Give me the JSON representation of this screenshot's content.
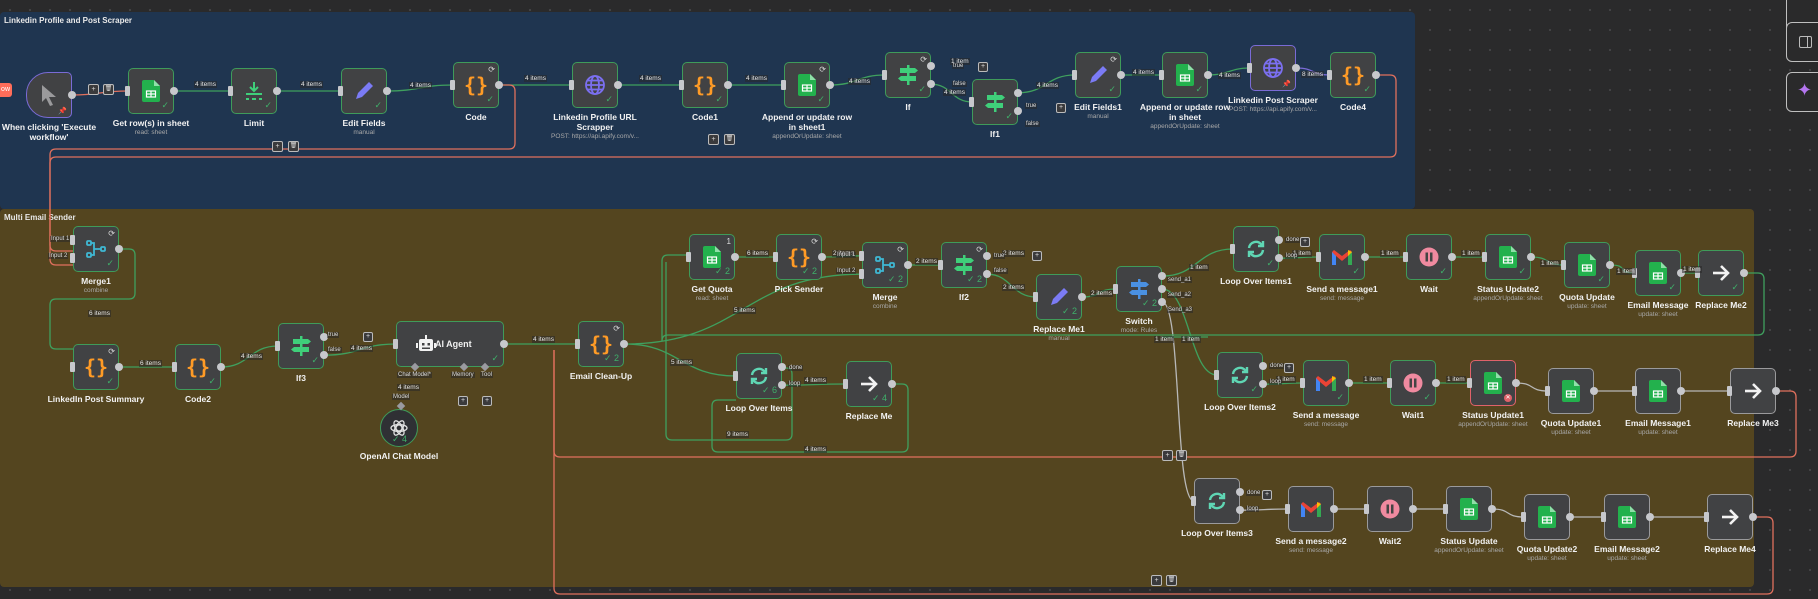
{
  "canvas": {
    "groups": [
      {
        "id": "g1",
        "title": "Linkedin Profile and Post Scraper",
        "color": "#1f3550"
      },
      {
        "id": "g2",
        "title": "Multi Email Sender",
        "color": "#54451f"
      }
    ],
    "execute_tab_label": "ow",
    "side_panel": {
      "buttons": [
        {
          "name": "top-panel-button",
          "icon": "panel-icon"
        },
        {
          "name": "toggle-sidebar-button",
          "icon": "sidebar-icon"
        },
        {
          "name": "ai-assistant-button",
          "icon": "sparkle-icon"
        }
      ]
    },
    "nodes": [
      {
        "id": "trigger",
        "label": "When clicking 'Execute workflow'",
        "sub": "",
        "icon": "cursor",
        "style": "trigger",
        "badge": "pin"
      },
      {
        "id": "getrows",
        "label": "Get row(s) in sheet",
        "sub": "read: sheet",
        "icon": "sheets",
        "badge": "check"
      },
      {
        "id": "limit",
        "label": "Limit",
        "sub": "",
        "icon": "limit",
        "badge": "check"
      },
      {
        "id": "editfields",
        "label": "Edit Fields",
        "sub": "manual",
        "icon": "pencil",
        "badge": "check"
      },
      {
        "id": "code",
        "label": "Code",
        "sub": "",
        "icon": "code",
        "badge": "check",
        "gear": true
      },
      {
        "id": "profscraper",
        "label": "Linkedin Profile URL Scrapper",
        "sub": "POST: https://api.apify.com/v...",
        "icon": "globe",
        "badge": "check"
      },
      {
        "id": "code1",
        "label": "Code1",
        "sub": "",
        "icon": "code",
        "badge": "check"
      },
      {
        "id": "append1",
        "label": "Append or update row in sheet1",
        "sub": "appendOrUpdate: sheet",
        "icon": "sheets",
        "badge": "check",
        "gear": true
      },
      {
        "id": "if",
        "label": "If",
        "sub": "",
        "icon": "if",
        "badge": "check",
        "gear": true
      },
      {
        "id": "if1",
        "label": "If1",
        "sub": "",
        "icon": "if",
        "badge": "check"
      },
      {
        "id": "editfields1",
        "label": "Edit Fields1",
        "sub": "manual",
        "icon": "pencil",
        "badge": "check",
        "gear": true
      },
      {
        "id": "append",
        "label": "Append or update row in sheet",
        "sub": "appendOrUpdate: sheet",
        "icon": "sheets",
        "badge": "check"
      },
      {
        "id": "postscraper",
        "label": "Linkedin Post Scraper",
        "sub": "POST: https://api.apify.com/v...",
        "icon": "globe",
        "style": "purple",
        "badge": "pin"
      },
      {
        "id": "code4",
        "label": "Code4",
        "sub": "",
        "icon": "code",
        "badge": "check"
      },
      {
        "id": "merge1",
        "label": "Merge1",
        "sub": "combine",
        "icon": "merge",
        "badge": "check",
        "gear": true
      },
      {
        "id": "postsummary",
        "label": "LinkedIn Post Summary",
        "sub": "",
        "icon": "code",
        "badge": "check",
        "gear": true
      },
      {
        "id": "code2",
        "label": "Code2",
        "sub": "",
        "icon": "code",
        "badge": "check"
      },
      {
        "id": "if3",
        "label": "If3",
        "sub": "",
        "icon": "if",
        "badge": "check"
      },
      {
        "id": "aiagent",
        "label": "AI Agent",
        "sub": "",
        "icon": "robot",
        "badge": "check",
        "style": "wide"
      },
      {
        "id": "openai",
        "label": "OpenAI Chat Model",
        "sub": "",
        "icon": "openai",
        "badge": "check4",
        "style": "circle"
      },
      {
        "id": "emailcleanup",
        "label": "Email Clean-Up",
        "sub": "",
        "icon": "code",
        "badge": "check2",
        "gear": true
      },
      {
        "id": "getquota",
        "label": "Get Quota",
        "sub": "read: sheet",
        "icon": "sheets",
        "badge": "check2",
        "runcount": "1"
      },
      {
        "id": "picksender",
        "label": "Pick Sender",
        "sub": "",
        "icon": "code",
        "badge": "check2",
        "gear": true
      },
      {
        "id": "merge",
        "label": "Merge",
        "sub": "combine",
        "icon": "merge",
        "badge": "check2",
        "gear": true
      },
      {
        "id": "if2",
        "label": "If2",
        "sub": "",
        "icon": "if",
        "badge": "check2",
        "gear": true
      },
      {
        "id": "replaceme1",
        "label": "Replace Me1",
        "sub": "manual",
        "icon": "pencil",
        "badge": "check2"
      },
      {
        "id": "switch",
        "label": "Switch",
        "sub": "mode: Rules",
        "icon": "switch",
        "badge": "check2"
      },
      {
        "id": "loop",
        "label": "Loop Over Items",
        "sub": "",
        "icon": "loop",
        "badge": "check6"
      },
      {
        "id": "replaceme",
        "label": "Replace Me",
        "sub": "",
        "icon": "arrow",
        "badge": "check4"
      },
      {
        "id": "loop1",
        "label": "Loop Over Items1",
        "sub": "",
        "icon": "loop",
        "badge": "check"
      },
      {
        "id": "send1",
        "label": "Send a message1",
        "sub": "send: message",
        "icon": "gmail",
        "badge": "check"
      },
      {
        "id": "wait",
        "label": "Wait",
        "sub": "",
        "icon": "wait",
        "badge": "check"
      },
      {
        "id": "status2",
        "label": "Status Update2",
        "sub": "appendOrUpdate: sheet",
        "icon": "sheets",
        "badge": "check"
      },
      {
        "id": "quota",
        "label": "Quota Update",
        "sub": "update: sheet",
        "icon": "sheets",
        "badge": "check"
      },
      {
        "id": "emailmsg",
        "label": "Email Message",
        "sub": "update: sheet",
        "icon": "sheets",
        "badge": "check"
      },
      {
        "id": "replaceme2",
        "label": "Replace Me2",
        "sub": "",
        "icon": "arrow",
        "badge": "check"
      },
      {
        "id": "loop2",
        "label": "Loop Over Items2",
        "sub": "",
        "icon": "loop",
        "badge": "check"
      },
      {
        "id": "send",
        "label": "Send a message",
        "sub": "send: message",
        "icon": "gmail",
        "badge": "check"
      },
      {
        "id": "wait1",
        "label": "Wait1",
        "sub": "",
        "icon": "wait",
        "badge": "check"
      },
      {
        "id": "status1",
        "label": "Status Update1",
        "sub": "appendOrUpdate: sheet",
        "icon": "sheets",
        "badge": "error",
        "style": "error"
      },
      {
        "id": "quota1",
        "label": "Quota Update1",
        "sub": "update: sheet",
        "icon": "sheets",
        "style": "grey"
      },
      {
        "id": "emailmsg1",
        "label": "Email Message1",
        "sub": "update: sheet",
        "icon": "sheets",
        "style": "grey"
      },
      {
        "id": "replaceme3",
        "label": "Replace Me3",
        "sub": "",
        "icon": "arrow",
        "style": "grey"
      },
      {
        "id": "loop3",
        "label": "Loop Over Items3",
        "sub": "",
        "icon": "loop",
        "style": "grey"
      },
      {
        "id": "send2",
        "label": "Send a message2",
        "sub": "send: message",
        "icon": "gmail",
        "style": "grey"
      },
      {
        "id": "wait2",
        "label": "Wait2",
        "sub": "",
        "icon": "wait",
        "style": "grey"
      },
      {
        "id": "status",
        "label": "Status Update",
        "sub": "appendOrUpdate: sheet",
        "icon": "sheets",
        "style": "grey"
      },
      {
        "id": "quota2",
        "label": "Quota Update2",
        "sub": "update: sheet",
        "icon": "sheets",
        "style": "grey"
      },
      {
        "id": "emailmsg2",
        "label": "Email Message2",
        "sub": "update: sheet",
        "icon": "sheets",
        "style": "grey"
      },
      {
        "id": "replaceme4",
        "label": "Replace Me4",
        "sub": "",
        "icon": "arrow",
        "style": "grey"
      }
    ],
    "port_labels": {
      "merge1_in1": "Input 1",
      "merge1_in2": "Input 2",
      "merge_in1": "Input 1",
      "merge_in2": "Input 2",
      "if_true": "true",
      "if_false": "false",
      "if1_true": "true",
      "if1_false": "false",
      "if2_true": "true",
      "if2_false": "false",
      "if3_true": "true",
      "if3_false": "false",
      "switch_o1": "send_a1",
      "switch_o2": "send_a2",
      "switch_o3": "Send_a3",
      "loop_done": "done",
      "loop_loop": "loop",
      "loop1_done": "done",
      "loop1_loop": "loop",
      "loop2_done": "done",
      "loop2_loop": "loop",
      "loop3_done": "done",
      "loop3_loop": "loop",
      "agent_chat": "Chat Model*",
      "agent_memory": "Memory",
      "agent_tool": "Tool",
      "openai_model": "Model"
    },
    "edge_labels": [
      {
        "id": "e_getrows_limit",
        "text": "4 items"
      },
      {
        "id": "e_limit_edit",
        "text": "4 items"
      },
      {
        "id": "e_edit_code",
        "text": "4 items"
      },
      {
        "id": "e_code_prof",
        "text": "4 items"
      },
      {
        "id": "e_prof_code1",
        "text": "4 items"
      },
      {
        "id": "e_code1_app1",
        "text": "4 items"
      },
      {
        "id": "e_app1_if",
        "text": "4 items"
      },
      {
        "id": "e_if_true",
        "text": "1 item"
      },
      {
        "id": "e_if_if1",
        "text": "4 items"
      },
      {
        "id": "e_if1_edit1",
        "text": "4 items"
      },
      {
        "id": "e_edit1_app",
        "text": "4 items"
      },
      {
        "id": "e_app_post",
        "text": "4 items"
      },
      {
        "id": "e_post_code4",
        "text": "8 items"
      },
      {
        "id": "e_merge1_sum",
        "text": "6 items"
      },
      {
        "id": "e_sum_code2",
        "text": "6 items"
      },
      {
        "id": "e_code2_if3",
        "text": "4 items"
      },
      {
        "id": "e_if3_agent",
        "text": "4 items"
      },
      {
        "id": "e_agent_clean",
        "text": "4 items"
      },
      {
        "id": "e_openai_agent",
        "text": "4 items"
      },
      {
        "id": "e_quota_pick",
        "text": "6 items"
      },
      {
        "id": "e_pick_merge",
        "text": "2 items"
      },
      {
        "id": "e_clean_merge",
        "text": "5 items"
      },
      {
        "id": "e_merge_if2",
        "text": "2 items"
      },
      {
        "id": "e_if2_true",
        "text": "2 items"
      },
      {
        "id": "e_if2_rm1",
        "text": "2 items"
      },
      {
        "id": "e_rm1_switch",
        "text": "2 items"
      },
      {
        "id": "e_sw_loop1",
        "text": "1 item"
      },
      {
        "id": "e_sw_loop2",
        "text": "1 item"
      },
      {
        "id": "e_sw_loop2b",
        "text": "1 item"
      },
      {
        "id": "e_clean_loop",
        "text": "5 items"
      },
      {
        "id": "e_loop_rm",
        "text": "4 items"
      },
      {
        "id": "e_loop_back",
        "text": "9 items"
      },
      {
        "id": "e_rm_back",
        "text": "4 items"
      },
      {
        "id": "e_loop1_send1",
        "text": "1 item"
      },
      {
        "id": "e_send1_wait",
        "text": "1 item"
      },
      {
        "id": "e_wait_status2",
        "text": "1 item"
      },
      {
        "id": "e_status2_quota",
        "text": "1 item"
      },
      {
        "id": "e_quota_email",
        "text": "1 item"
      },
      {
        "id": "e_email_rm2",
        "text": "1 item"
      },
      {
        "id": "e_loop2_send",
        "text": "1 item"
      },
      {
        "id": "e_send_wait1",
        "text": "1 item"
      },
      {
        "id": "e_wait1_status1",
        "text": "1 item"
      }
    ],
    "colors": {
      "success": "#3f9b5a",
      "pinned": "#7a6bd6",
      "error": "#e0626a",
      "idle": "#9a9a9c",
      "edge_success": "#3fa05e",
      "edge_trigger": "#e0705d",
      "edge_idle": "#b8b8b8",
      "sheets": "#23b14d",
      "code": "#ff9b26",
      "globe": "#7b6ff0",
      "pencil": "#7b7bf5",
      "if": "#3fcf7a",
      "merge": "#3fb8d4",
      "loop": "#5fd6b4",
      "wait": "#f08aa0",
      "switch": "#4a90e2"
    }
  }
}
